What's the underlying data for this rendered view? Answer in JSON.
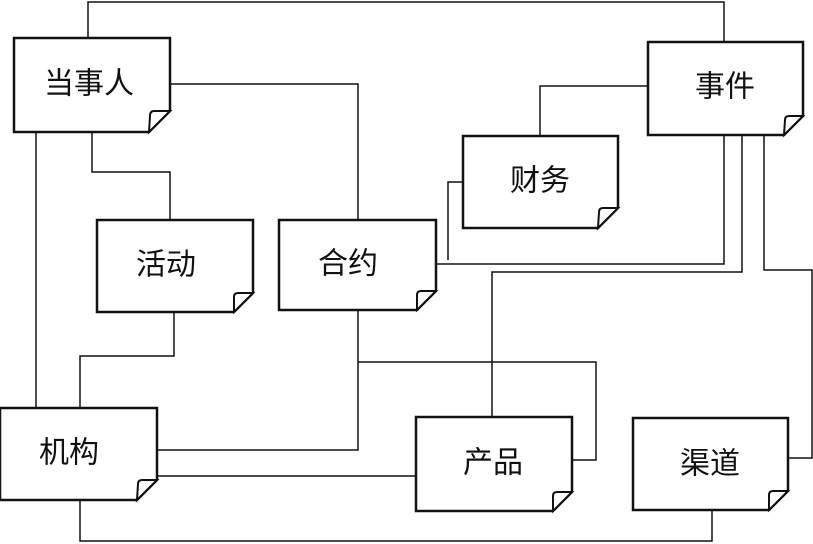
{
  "nodes": {
    "party": "当事人",
    "event": "事件",
    "finance": "财务",
    "activity": "活动",
    "contract": "合约",
    "organization": "机构",
    "product": "产品",
    "channel": "渠道"
  },
  "colors": {
    "stroke": "#111111",
    "background": "#ffffff"
  }
}
